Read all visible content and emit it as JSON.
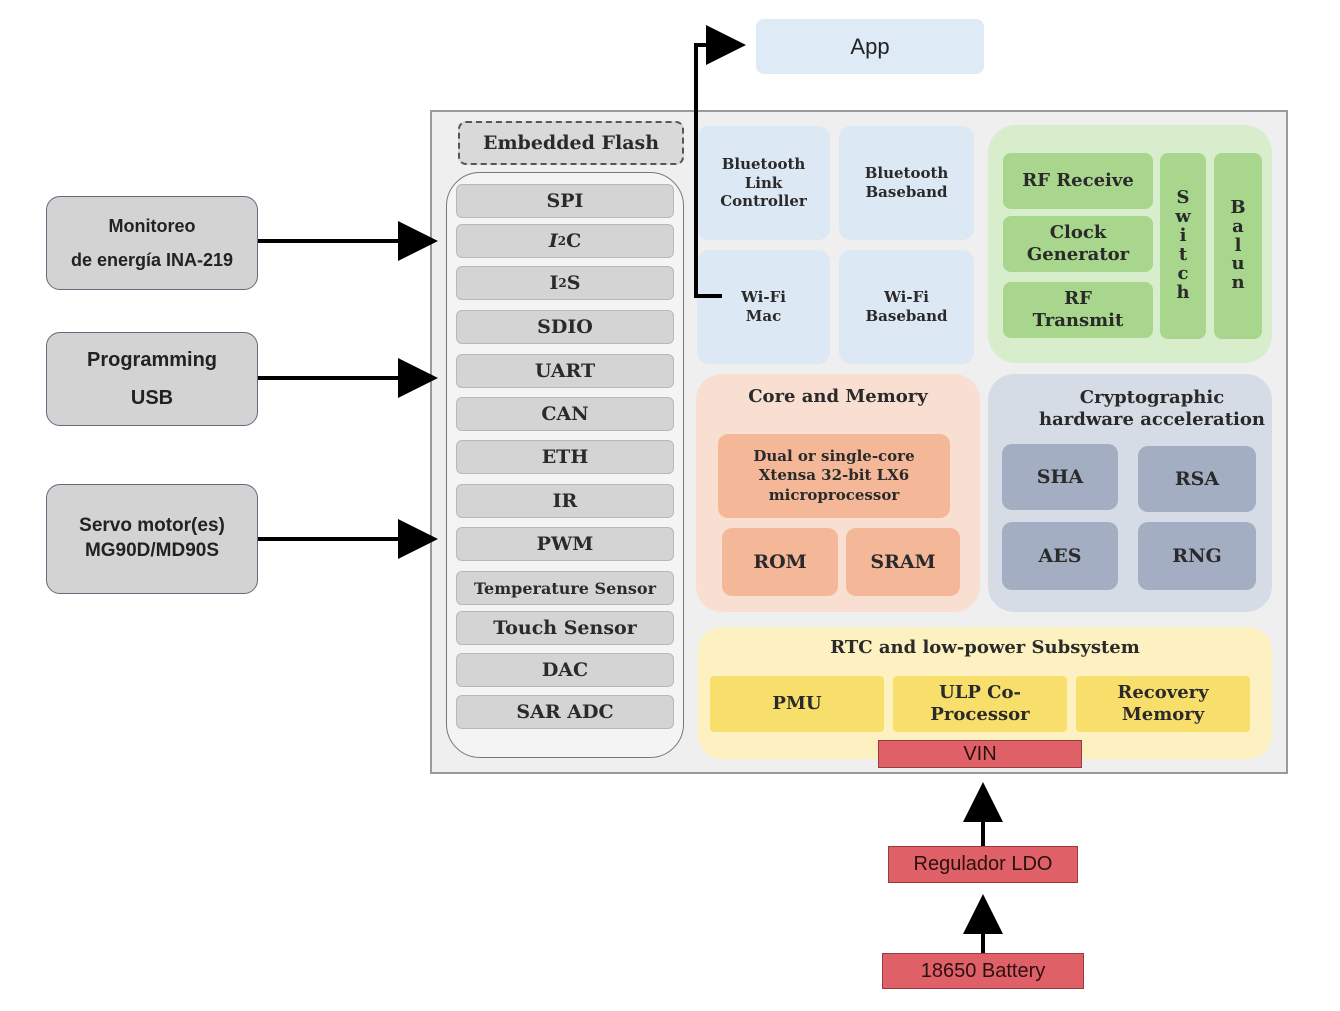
{
  "app": {
    "label": "App"
  },
  "external": {
    "energy_monitor": {
      "line1": "Monitoreo",
      "line2": "de energía INA-219"
    },
    "programming": {
      "line1": "Programming",
      "line2": "USB"
    },
    "servo": {
      "line1": "Servo motor(es)",
      "line2": "MG90D/MD90S"
    }
  },
  "chip": {
    "embedded_flash": "Embedded Flash",
    "peripherals": {
      "spi": "SPI",
      "i2c_base": "I",
      "i2c_sup": "2",
      "i2c_suffix": "C",
      "i2s_base": "I",
      "i2s_sup": "2",
      "i2s_suffix": "S",
      "sdio": "SDIO",
      "uart": "UART",
      "can": "CAN",
      "eth": "ETH",
      "ir": "IR",
      "pwm": "PWM",
      "temperature": "Temperature Sensor",
      "touch": "Touch Sensor",
      "dac": "DAC",
      "sar_adc": "SAR ADC"
    },
    "bluetooth": {
      "link_line1": "Bluetooth",
      "link_line2": "Link",
      "link_line3": "Controller",
      "baseband_line1": "Bluetooth",
      "baseband_line2": "Baseband"
    },
    "wifi": {
      "mac_line1": "Wi-Fi",
      "mac_line2": "Mac",
      "baseband_line1": "Wi-Fi",
      "baseband_line2": "Baseband"
    },
    "rf": {
      "receive": "RF Receive",
      "clock_line1": "Clock",
      "clock_line2": "Generator",
      "transmit_line1": "RF",
      "transmit_line2": "Transmit",
      "switch_letters": [
        "S",
        "w",
        "i",
        "t",
        "c",
        "h"
      ],
      "balun_letters": [
        "B",
        "a",
        "l",
        "u",
        "n"
      ]
    },
    "core": {
      "title": "Core and Memory",
      "cpu_line1": "Dual or single-core",
      "cpu_line2": "Xtensa 32-bit LX6",
      "cpu_line3": "microprocessor",
      "rom": "ROM",
      "sram": "SRAM"
    },
    "crypto": {
      "title_line1": "Cryptographic",
      "title_line2": "hardware acceleration",
      "sha": "SHA",
      "rsa": "RSA",
      "aes": "AES",
      "rng": "RNG"
    },
    "rtc": {
      "title": "RTC and low-power Subsystem",
      "pmu": "PMU",
      "ulp_line1": "ULP Co-",
      "ulp_line2": "Processor",
      "recovery_line1": "Recovery",
      "recovery_line2": "Memory"
    }
  },
  "power": {
    "vin": "VIN",
    "regulator": "Regulador LDO",
    "battery": "18650 Battery"
  },
  "colors": {
    "peripheral_fill": "#d4d4d4",
    "rf_fill": "#a8d68c",
    "core_fill": "#f4b899",
    "crypto_fill": "#a3aec2",
    "rtc_fill": "#f8df6c",
    "power_fill": "#e06068",
    "app_fill": "#dfeaf7"
  }
}
